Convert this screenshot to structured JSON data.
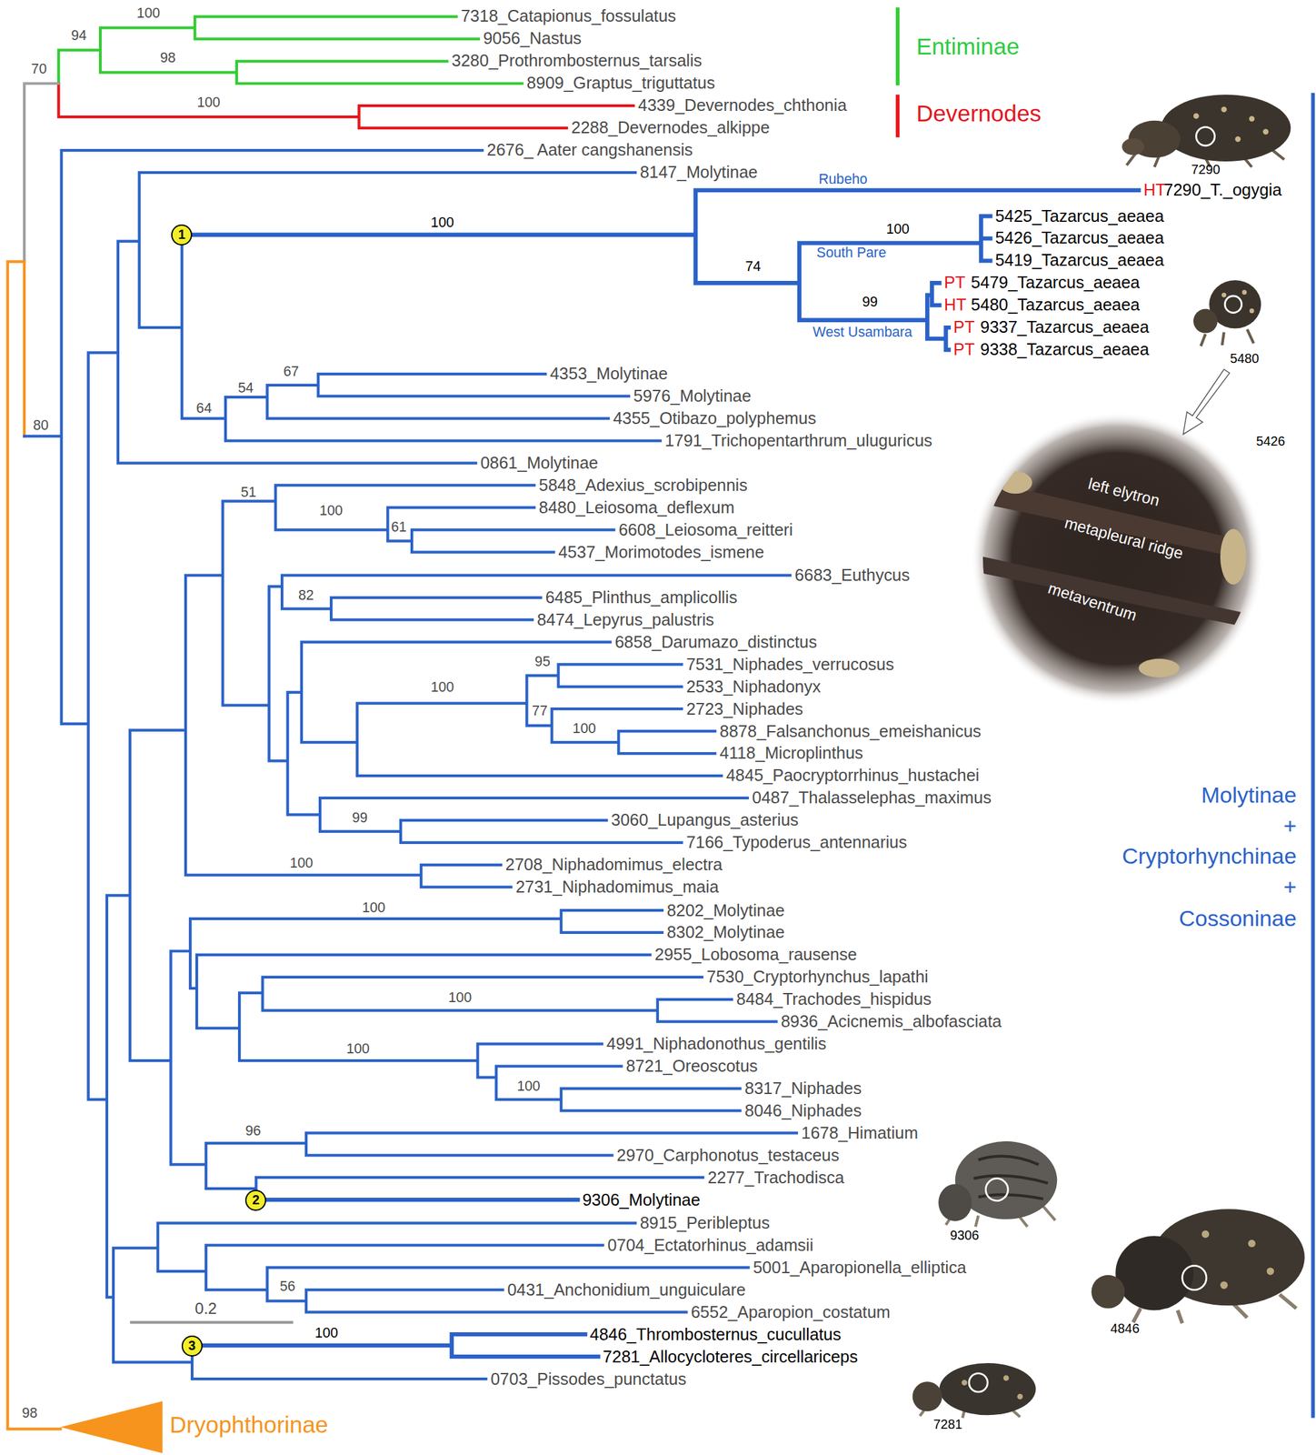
{
  "diagram": {
    "nodes": [
      {
        "text": [
          "1"
        ]
      },
      {
        "text": [
          "2"
        ]
      },
      {
        "text": [
          "3"
        ]
      }
    ],
    "labels": [
      "100",
      "7318_Catapionus_fossulatus",
      "Entiminae",
      "94",
      "9056_Nastus",
      "98",
      "3280_Prothrombosternus_tarsalis",
      "70",
      "8909_Graptus_triguttatus",
      "100",
      "4339_Devernodes_chthonia",
      "Devernodes",
      "2288_Devernodes_alkippe",
      "2676_ Aater cangshanensis",
      "7290",
      "8147_Molytinae",
      "Rubeho",
      "HT",
      "7290_T._ogygia",
      "100",
      "100",
      "5425_Tazarcus_aeaea",
      "5426_Tazarcus_aeaea",
      "South Pare",
      "5419_Tazarcus_aeaea",
      "74",
      "PT",
      "5479_Tazarcus_aeaea",
      "99",
      "HT",
      "5480_Tazarcus_aeaea",
      "PT",
      "9337_Tazarcus_aeaea",
      "West Usambara",
      "PT",
      "9338_Tazarcus_aeaea",
      "5480",
      "67",
      "4353_Molytinae",
      "54",
      "5976_Molytinae",
      "64",
      "4355_Otibazo_polyphemus",
      "80",
      "5426",
      "1791_Trichopentarthrum_uluguricus",
      "0861_Molytinae",
      "left elytron",
      "51",
      "5848_Adexius_scrobipennis",
      "100",
      "8480_Leiosoma_deflexum",
      "61",
      "6608_Leiosoma_reitteri",
      "metapleural ridge",
      "4537_Morimotodes_ismene",
      "6683_Euthycus",
      "82",
      "6485_Plinthus_amplicollis",
      "metaventrum",
      "8474_Lepyrus_palustris",
      "6858_Darumazo_distinctus",
      "95",
      "7531_Niphades_verrucosus",
      "100",
      "2533_Niphadonyx",
      "77",
      "2723_Niphades",
      "100",
      "8878_Falsanchonus_emeishanicus",
      "4118_Microplinthus",
      "4845_Paocryptorrhinus_hustachei",
      "Molytinae",
      "0487_Thalasselephas_maximus",
      "99",
      "3060_Lupangus_asterius",
      "+",
      "7166_Typoderus_antennarius",
      "Cryptorhynchinae",
      "100",
      "2708_Niphadomimus_electra",
      "+",
      "2731_Niphadomimus_maia",
      "100",
      "8202_Molytinae",
      "Cossoninae",
      "8302_Molytinae",
      "2955_Lobosoma_rausense",
      "7530_Cryptorhynchus_lapathi",
      "100",
      "8484_Trachodes_hispidus",
      "8936_Acicnemis_albofasciata",
      "4991_Niphadonothus_gentilis",
      "100",
      "8721_Oreoscotus",
      "100",
      "8317_Niphades",
      "8046_Niphades",
      "96",
      "1678_Himatium",
      "2970_Carphonotus_testaceus",
      "2277_Trachodisca",
      "9306_Molytinae",
      "8915_Peribleptus",
      "9306",
      "0704_Ectatorhinus_adamsii",
      "5001_Aparopionella_elliptica",
      "56",
      "0431_Anchonidium_unguiculare",
      "0.2",
      "6552_Aparopion_costatum",
      "100",
      "4846",
      "4846_Thrombosternus_cucullatus",
      "7281_Allocycloteres_circellariceps",
      "0703_Pissodes_punctatus",
      "98",
      "7281",
      "Dryophthorinae"
    ]
  }
}
